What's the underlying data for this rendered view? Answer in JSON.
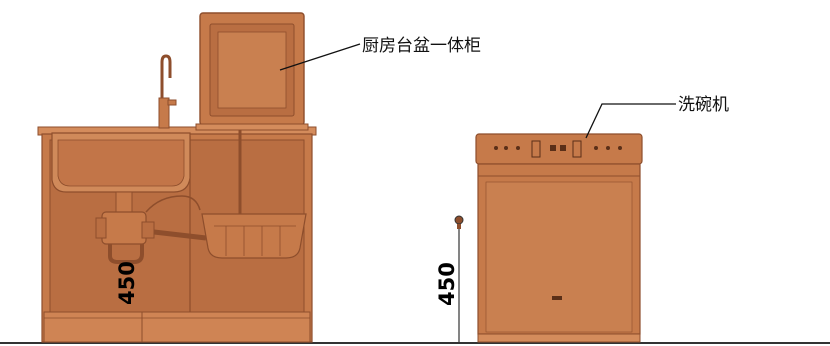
{
  "labels": {
    "cabinet": "厨房台盆一体柜",
    "dishwasher": "洗碗机",
    "dim_left": "450",
    "dim_right": "450"
  },
  "colors": {
    "copper_body": "#c67a4a",
    "copper_dark": "#8e4e2c",
    "copper_light": "#dd9a6e",
    "copper_inner": "#b66c40",
    "floor_line": "#333333"
  }
}
